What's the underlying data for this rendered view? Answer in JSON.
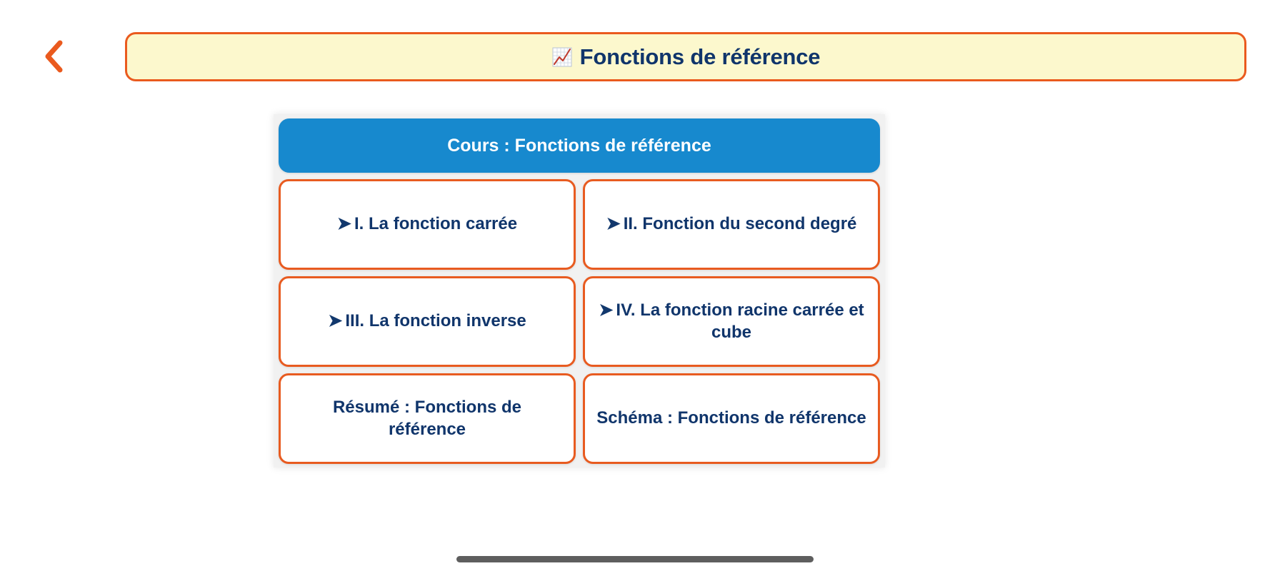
{
  "nav": {
    "back_icon": "chevron-left-icon",
    "back_color": "#ea5a1e"
  },
  "header": {
    "emoji_icon": "chart-increasing-icon",
    "emoji": "📈",
    "title": "Fonctions de référence",
    "background": "#fcf8cd",
    "border_color": "#ea5a1e",
    "text_color": "#10356b"
  },
  "main": {
    "panel_background": "#f1f1f1",
    "cours_button": {
      "label": "Cours : Fonctions de référence",
      "background": "#1789ce",
      "text_color": "#ffffff"
    },
    "card_border_color": "#e85b20",
    "card_text_color": "#10356b",
    "arrow_glyph": "➤",
    "cards": [
      {
        "arrow": "➤",
        "label": "I. La fonction carrée"
      },
      {
        "arrow": "➤",
        "label": "II. Fonction du second degré"
      },
      {
        "arrow": "➤",
        "label": "III. La fonction inverse"
      },
      {
        "arrow": "➤",
        "label": "IV. La fonction racine carrée et cube"
      },
      {
        "arrow": "",
        "label": "Résumé : Fonctions de référence"
      },
      {
        "arrow": "",
        "label": "Schéma : Fonctions de référence"
      }
    ]
  },
  "system": {
    "home_indicator": "home-indicator-bar",
    "home_indicator_color": "#5e5e5e"
  }
}
